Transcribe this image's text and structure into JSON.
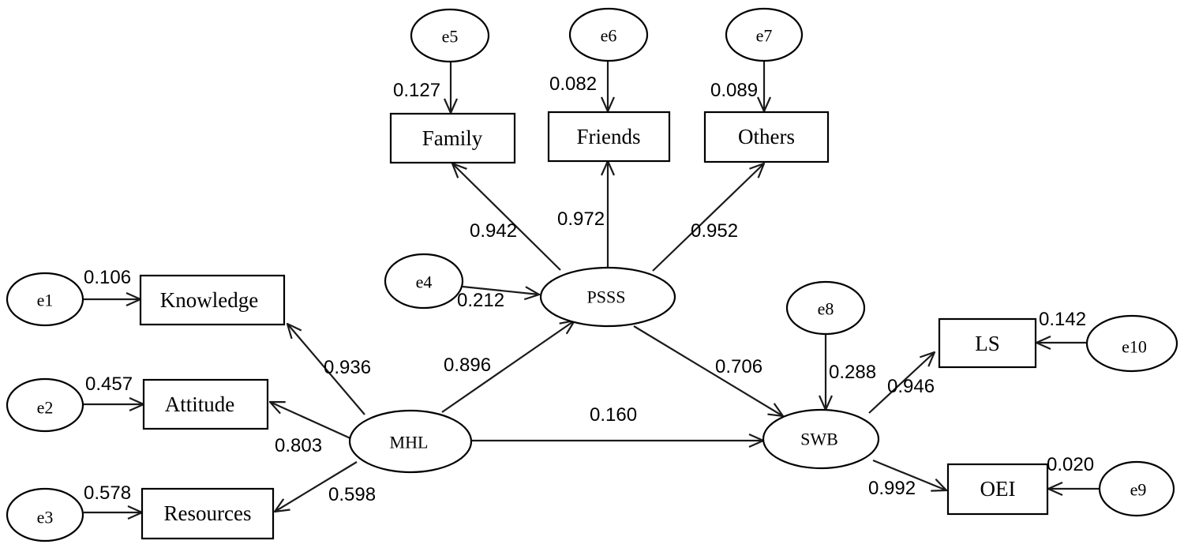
{
  "observed": {
    "family": "Family",
    "friends": "Friends",
    "others": "Others",
    "knowledge": "Knowledge",
    "attitude": "Attitude",
    "resources": "Resources",
    "ls": "LS",
    "oei": "OEI"
  },
  "latent": {
    "pssss": "PSSS",
    "mhl": "MHL",
    "swb": "SWB"
  },
  "errors": {
    "e1": "e1",
    "e2": "e2",
    "e3": "e3",
    "e4": "e4",
    "e5": "e5",
    "e6": "e6",
    "e7": "e7",
    "e8": "e8",
    "e9": "e9",
    "e10": "e10"
  },
  "coefficients": {
    "e5_family": "0.127",
    "e6_friends": "0.082",
    "e7_others": "0.089",
    "pssss_family": "0.942",
    "pssss_friends": "0.972",
    "pssss_others": "0.952",
    "e4_pssss": "0.212",
    "e1_knowledge": "0.106",
    "e2_attitude": "0.457",
    "e3_resources": "0.578",
    "mhl_knowledge": "0.936",
    "mhl_attitude": "0.803",
    "mhl_resources": "0.598",
    "mhl_pssss": "0.896",
    "pssss_swb": "0.706",
    "mhl_swb": "0.160",
    "e8_swb": "0.288",
    "swb_ls": "0.946",
    "swb_oei": "0.992",
    "e10_ls": "0.142",
    "e9_oei": "0.020"
  }
}
